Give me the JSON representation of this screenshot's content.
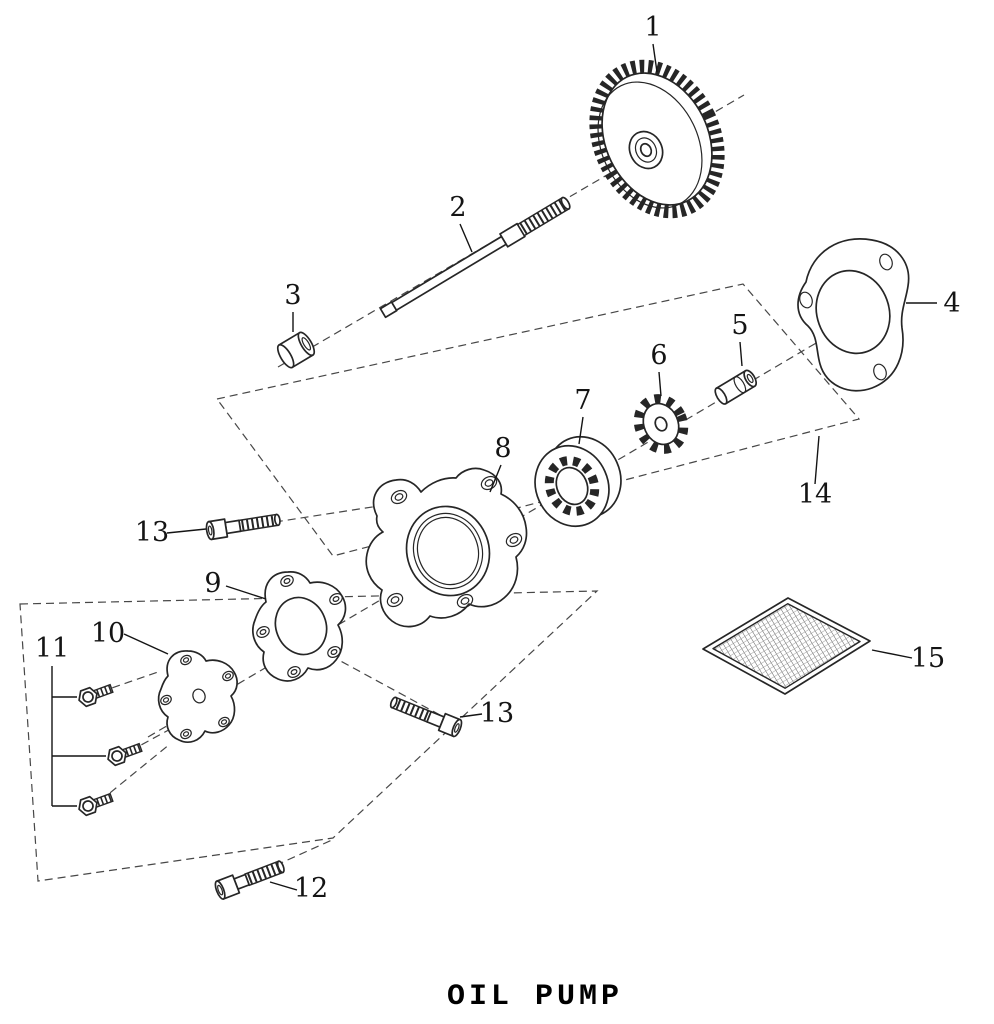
{
  "title": "OIL PUMP",
  "labels": {
    "p1": "1",
    "p2": "2",
    "p3": "3",
    "p4": "4",
    "p5": "5",
    "p6": "6",
    "p7": "7",
    "p8": "8",
    "p9": "9",
    "p10": "10",
    "p11": "11",
    "p12": "12",
    "p13a": "13",
    "p13b": "13",
    "p14": "14",
    "p15": "15"
  }
}
